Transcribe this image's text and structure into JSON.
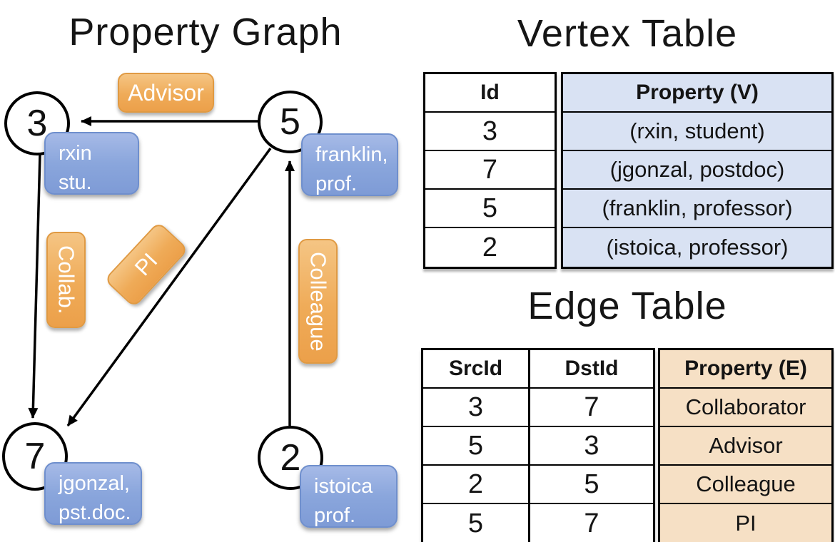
{
  "titles": {
    "graph": "Property Graph",
    "vertex": "Vertex Table",
    "edge": "Edge Table"
  },
  "colors": {
    "edge_label_orange": "#EFA750",
    "vertex_box_blue": "#84A1D8",
    "vertex_table_fill": "#D9E2F3",
    "edge_table_fill": "#F6E0C5",
    "line_black": "#000000"
  },
  "graph": {
    "nodes": [
      {
        "id": "3"
      },
      {
        "id": "5"
      },
      {
        "id": "7"
      },
      {
        "id": "2"
      }
    ],
    "edge_labels": {
      "advisor": "Advisor",
      "collab": "Collab.",
      "pi": "PI",
      "colleague": "Colleague"
    },
    "edges": [
      {
        "from": "5",
        "to": "3",
        "label": "Advisor"
      },
      {
        "from": "3",
        "to": "7",
        "label": "Collab."
      },
      {
        "from": "5",
        "to": "7",
        "label": "PI"
      },
      {
        "from": "2",
        "to": "5",
        "label": "Colleague"
      }
    ],
    "vertex_boxes": {
      "rxin": {
        "line1": "rxin",
        "line2": "stu."
      },
      "franklin": {
        "line1": "franklin,",
        "line2": "prof."
      },
      "jgonzal": {
        "line1": "jgonzal,",
        "line2": "pst.doc."
      },
      "istoica": {
        "line1": "istoica",
        "line2": "prof."
      }
    }
  },
  "vertex_table": {
    "headers": {
      "id": "Id",
      "property": "Property (V)"
    },
    "rows": [
      {
        "id": "3",
        "property": "(rxin, student)"
      },
      {
        "id": "7",
        "property": "(jgonzal, postdoc)"
      },
      {
        "id": "5",
        "property": "(franklin, professor)"
      },
      {
        "id": "2",
        "property": "(istoica, professor)"
      }
    ]
  },
  "edge_table": {
    "headers": {
      "src": "SrcId",
      "dst": "DstId",
      "property": "Property (E)"
    },
    "rows": [
      {
        "src": "3",
        "dst": "7",
        "property": "Collaborator"
      },
      {
        "src": "5",
        "dst": "3",
        "property": "Advisor"
      },
      {
        "src": "2",
        "dst": "5",
        "property": "Colleague"
      },
      {
        "src": "5",
        "dst": "7",
        "property": "PI"
      }
    ]
  }
}
